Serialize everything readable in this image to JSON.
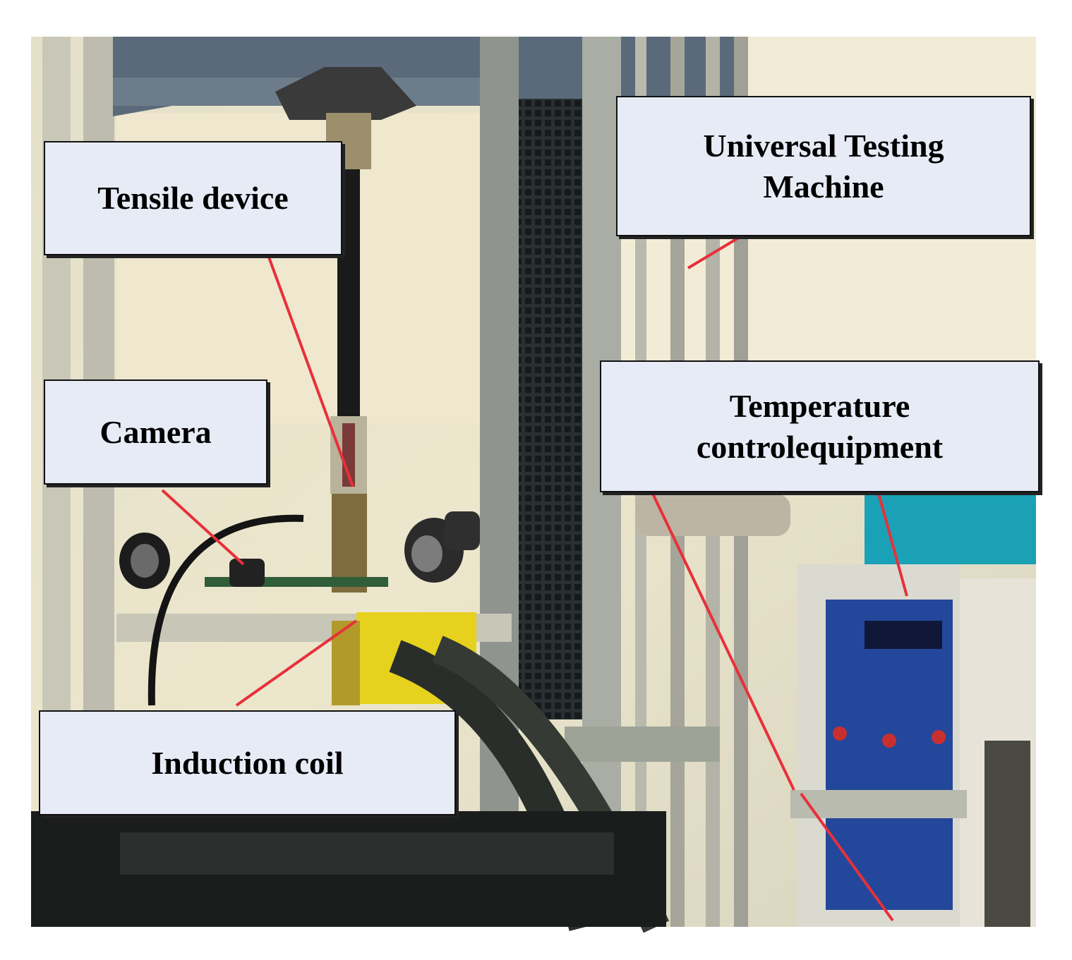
{
  "labels": {
    "tensile_device": "Tensile device",
    "universal_testing_machine": "Universal Testing\nMachine",
    "camera": "Camera",
    "temperature_control_equipment": "Temperature\ncontrolequipment",
    "induction_coil": "Induction coil"
  },
  "colors": {
    "label_fill": "#e6ebf6",
    "leader_line": "#e8303a",
    "yellow_fixture": "#e6d21e",
    "control_panel_blue": "#23479a"
  }
}
